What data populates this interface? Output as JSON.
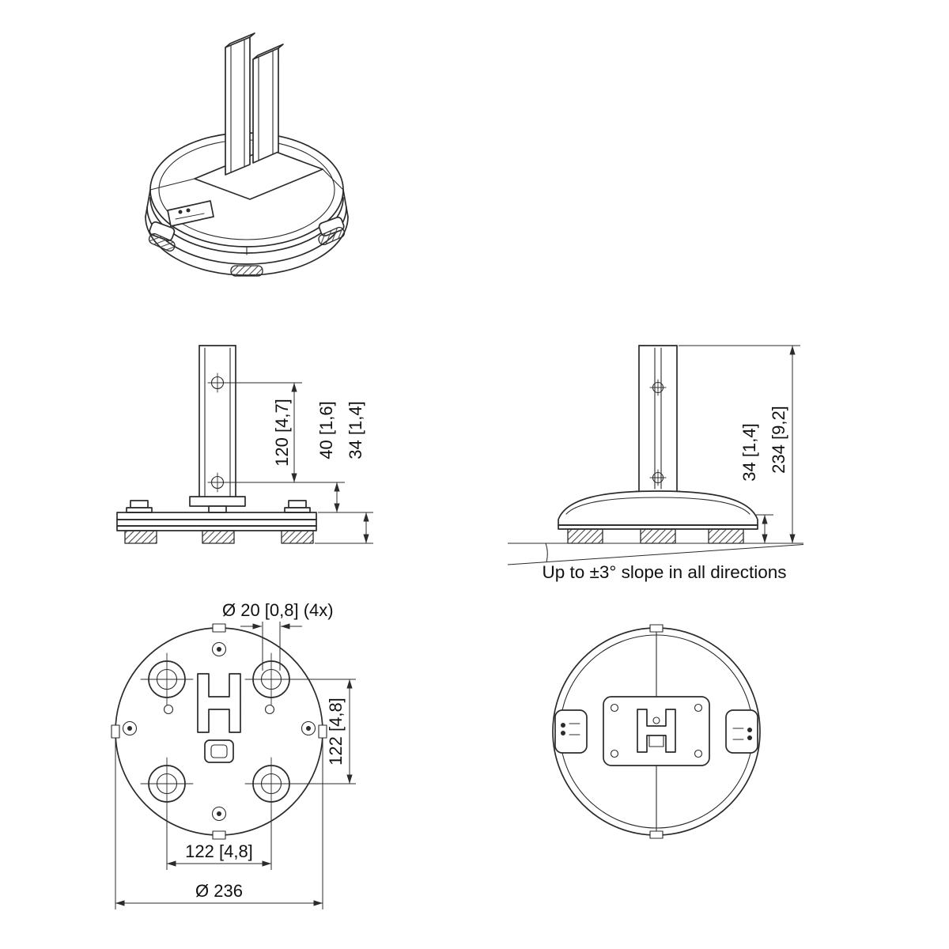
{
  "front_view": {
    "dim_between_holes": "120 [4,7]",
    "dim_hole_to_base": "40 [1,6]",
    "dim_base_height": "34 [1,4]"
  },
  "side_view": {
    "dim_base_height": "34 [1,4]",
    "dim_total_height": "234 [9,2]",
    "slope_note": "Up to ±3° slope in all directions"
  },
  "bottom_view": {
    "dim_hole_diameter": "Ø 20 [0,8] (4x)",
    "dim_hole_pitch_vertical": "122 [4,8]",
    "dim_hole_pitch_horizontal": "122 [4,8]",
    "dim_outer_diameter": "Ø 236"
  },
  "colors": {
    "line": "#2b2b2b",
    "text": "#111111",
    "background": "#ffffff"
  }
}
